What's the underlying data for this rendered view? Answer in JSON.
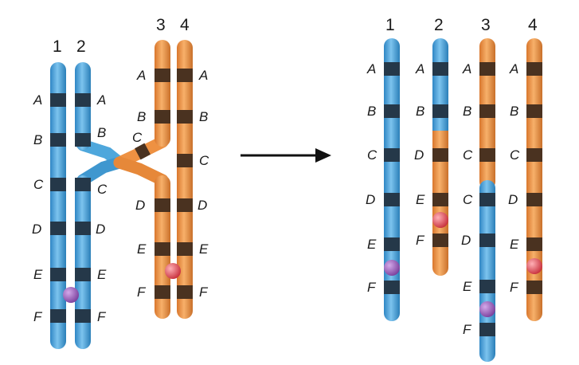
{
  "colors": {
    "blue": "#4ea7dc",
    "blue_dark": "#2a7fb8",
    "orange": "#ee9142",
    "orange_dark": "#c9702a",
    "band_on_blue": "#253849",
    "band_on_orange": "#4a3220",
    "centromere_purple": "#9a5fb7",
    "centromere_red": "#e4505c",
    "arrow": "#111111"
  },
  "left_panel": {
    "numbers": [
      "1",
      "2",
      "3",
      "4"
    ],
    "chromatid_1_labels": [
      "A",
      "B",
      "C",
      "D",
      "E",
      "F"
    ],
    "chromatid_2_labels": [
      "A",
      "B",
      "C",
      "D",
      "E",
      "F"
    ],
    "crossover_labels": [
      "C"
    ],
    "chromatid_3_labels": [
      "A",
      "B",
      "D",
      "E",
      "F"
    ],
    "chromatid_4_labels": [
      "A",
      "B",
      "C",
      "D",
      "E",
      "F"
    ]
  },
  "right_panel": {
    "numbers": [
      "1",
      "2",
      "3",
      "4"
    ],
    "chromatid_1_labels": [
      "A",
      "B",
      "C",
      "D",
      "E",
      "F"
    ],
    "chromatid_2_labels": [
      "A",
      "B",
      "D",
      "E",
      "F"
    ],
    "chromatid_3_labels": [
      "A",
      "B",
      "C",
      "C",
      "D",
      "E",
      "F"
    ],
    "chromatid_4_labels": [
      "A",
      "B",
      "C",
      "D",
      "E",
      "F"
    ]
  },
  "arrow_icon": "right-arrow-icon"
}
